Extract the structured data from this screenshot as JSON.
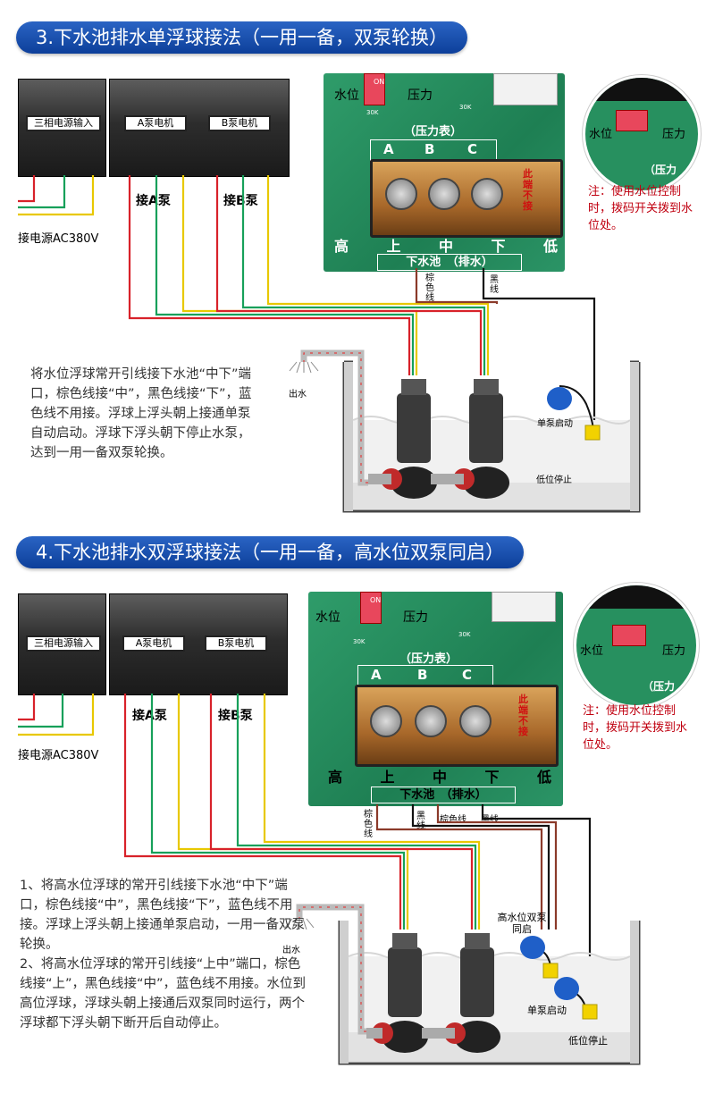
{
  "section3": {
    "title": "3.下水池排水单浮球接法（一用一备，双泵轮换）",
    "terminal_labels": [
      "三相电源输入",
      "A泵电机",
      "B泵电机"
    ],
    "power_caption": "接电源AC380V",
    "pump_a_caption": "接A泵",
    "pump_b_caption": "接B泵",
    "board": {
      "water_level": "水位",
      "pressure": "压力",
      "switch_text": "ON",
      "resistor_text": "30K",
      "pressure_gauge": "（压力表）",
      "abc": [
        "A",
        "B",
        "C"
      ],
      "levels": [
        "高",
        "上",
        "中",
        "下",
        "低"
      ],
      "pool": "下水池　（排水）",
      "no_connect": "此端不接"
    },
    "wire_brown": "棕色线",
    "wire_black": "黑线",
    "zoom_water_level": "水位",
    "zoom_pressure": "压力",
    "zoom_pressure_gauge": "（压力",
    "note": "注：使用水位控制时，拨码开关拨到水位处。",
    "description": "将水位浮球常开引线接下水池“中下”端口，棕色线接“中”，黑色线接“下”，蓝色线不用接。浮球上浮头朝上接通单泵自动启动。浮球下浮头朝下停止水泵，达到一用一备双泵轮换。",
    "outlet": "出水",
    "single_start": "单泵启动",
    "low_stop": "低位停止"
  },
  "section4": {
    "title": "4.下水池排水双浮球接法（一用一备，高水位双泵同启）",
    "terminal_labels": [
      "三相电源输入",
      "A泵电机",
      "B泵电机"
    ],
    "power_caption": "接电源AC380V",
    "pump_a_caption": "接A泵",
    "pump_b_caption": "接B泵",
    "board": {
      "water_level": "水位",
      "pressure": "压力",
      "switch_text": "ON",
      "resistor_text": "30K",
      "pressure_gauge": "（压力表）",
      "abc": [
        "A",
        "B",
        "C"
      ],
      "levels": [
        "高",
        "上",
        "中",
        "下",
        "低"
      ],
      "pool": "下水池　（排水）",
      "no_connect": "此端不接"
    },
    "wire_brown_left": "棕色线",
    "wire_black_left": "黑线",
    "wire_brown_right": "棕色线",
    "wire_black_right": "黑线",
    "zoom_water_level": "水位",
    "zoom_pressure": "压力",
    "zoom_pressure_gauge": "（压力",
    "note": "注：使用水位控制时，拨码开关拨到水位处。",
    "description_items": [
      "1、将高水位浮球的常开引线接下水池“中下”端口，棕色线接“中”，黑色线接“下”，蓝色线不用接。浮球上浮头朝上接通单泵启动，一用一备双泵轮换。",
      "2、将高水位浮球的常开引线接“上中”端口，棕色线接“上”，黑色线接“中”，蓝色线不用接。水位到高位浮球，浮球头朝上接通后双泵同时运行，两个浮球都下浮头朝下断开后自动停止。"
    ],
    "outlet": "出水",
    "high_dual": "高水位双泵同启",
    "single_start": "单泵启动",
    "low_stop": "低位停止"
  },
  "colors": {
    "banner": "#1a4fae",
    "wire_red": "#d8222a",
    "wire_green": "#17a05a",
    "wire_yellow": "#e8c800",
    "wire_brown": "#8b3a2a",
    "wire_black": "#111111",
    "pcb": "#25885b",
    "note_red": "#c00010",
    "float_blue": "#1f5fc8",
    "float_yellow": "#f2d200"
  }
}
